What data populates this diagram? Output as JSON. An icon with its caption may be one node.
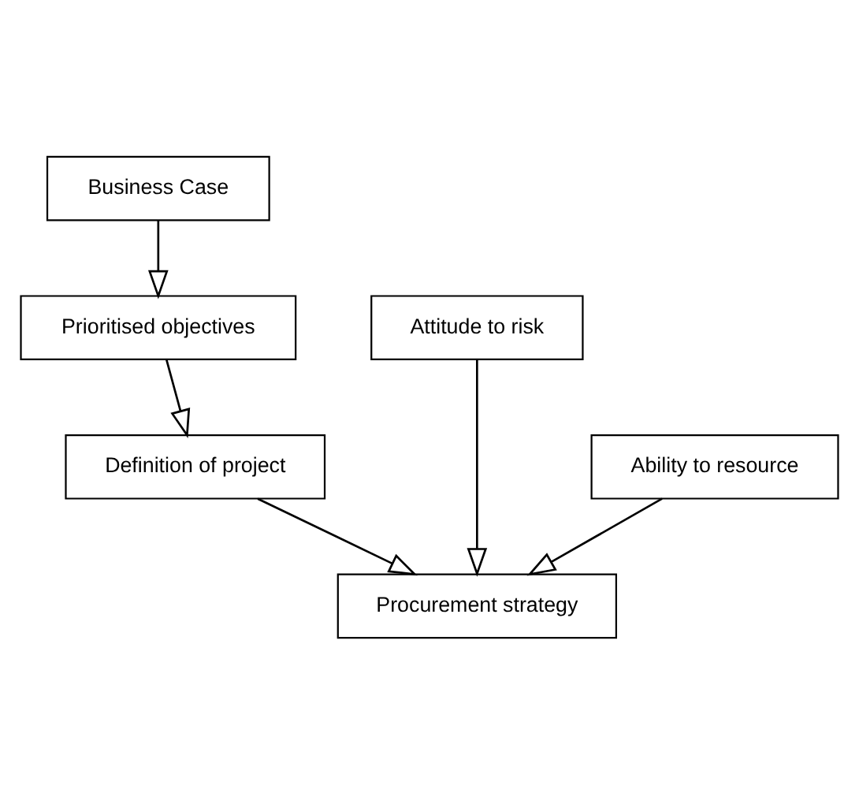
{
  "diagram": {
    "nodes": [
      {
        "text": [
          "Business Case"
        ]
      },
      {
        "text": [
          "Prioritised objectives"
        ]
      },
      {
        "text": [
          "Attitude to risk"
        ]
      },
      {
        "text": [
          "Ability to resource"
        ]
      },
      {
        "text": [
          "Definition of project"
        ]
      },
      {
        "text": [
          "Procurement strategy"
        ]
      }
    ],
    "edges": [
      {
        "from": 0,
        "to": 1,
        "arrow": "to"
      },
      {
        "from": 1,
        "to": 4,
        "arrow": "to"
      },
      {
        "from": 4,
        "to": 5,
        "arrow": "to"
      },
      {
        "from": 3,
        "to": 5,
        "arrow": "to"
      },
      {
        "from": 2,
        "to": 5,
        "arrow": "to"
      }
    ]
  }
}
